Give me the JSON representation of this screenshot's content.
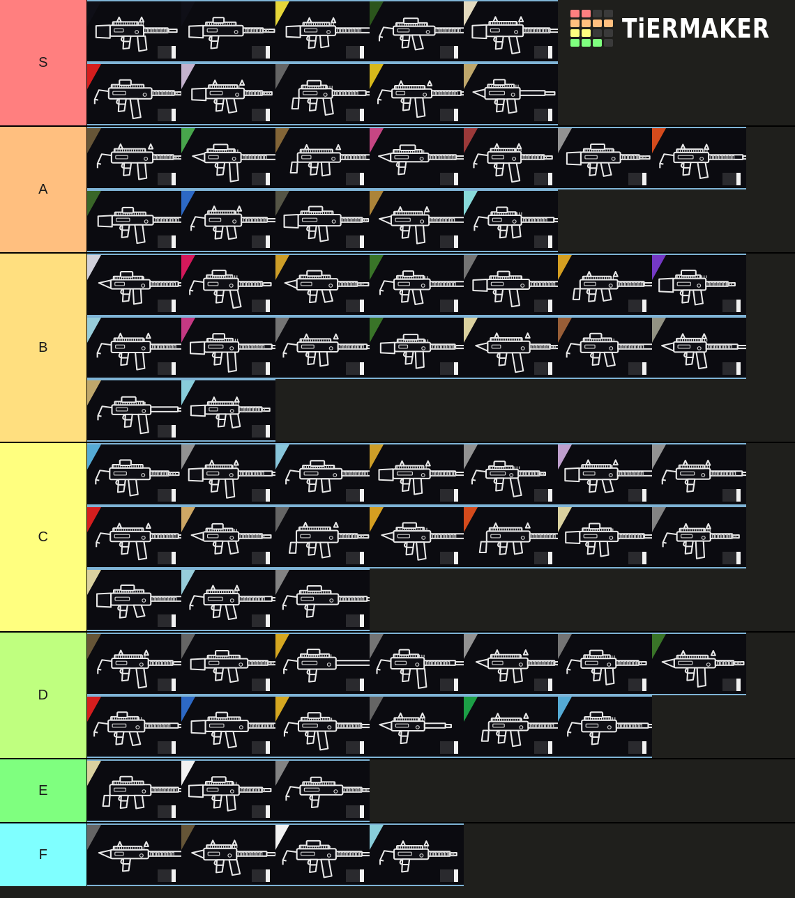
{
  "logo": {
    "name": "TiERMAKER",
    "grid_colors": [
      "#ff7f7f",
      "#ff7f7f",
      "#3a3a3a",
      "#3a3a3a",
      "#ffbf7f",
      "#ffbf7f",
      "#ffbf7f",
      "#ffbf7f",
      "#ffff7f",
      "#ffff7f",
      "#3a3a3a",
      "#3a3a3a",
      "#7fff7f",
      "#7fff7f",
      "#7fff7f",
      "#3a3a3a"
    ]
  },
  "board": {
    "background": "#1f1f1c",
    "cell_background": "#0b0b10",
    "cell_border": "#7fb4d6",
    "label_text_color": "#1a1a1a"
  },
  "tiers": [
    {
      "label": "S",
      "color": "#ff7f7f",
      "rows": [
        [
          {
            "name": "assault-rifle-long-barrel",
            "accent": "#101018",
            "kind": "rifle"
          },
          {
            "name": "pump-shotgun",
            "accent": "#101018",
            "kind": "shotgun"
          },
          {
            "name": "compact-smg-folding-stock",
            "accent": "#f2e23c",
            "kind": "smg"
          },
          {
            "name": "smg-wire-stock",
            "accent": "#2d5a1e",
            "kind": "smg"
          },
          {
            "name": "grenade-launcher",
            "accent": "#efe6c8",
            "kind": "launcher"
          }
        ],
        [
          {
            "name": "machine-pistol-red",
            "accent": "#e02020",
            "kind": "machine-pistol"
          },
          {
            "name": "suppressed-machine-pistol",
            "accent": "#cfbcd8",
            "kind": "machine-pistol"
          },
          {
            "name": "bullpup-smg",
            "accent": "#6a6a6a",
            "kind": "bullpup"
          },
          {
            "name": "vector-smg",
            "accent": "#e3c21c",
            "kind": "vector"
          },
          {
            "name": "micro-smg",
            "accent": "#c9b071",
            "kind": "micro"
          }
        ]
      ]
    },
    {
      "label": "A",
      "color": "#ffbf7f",
      "rows": [
        [
          {
            "name": "scoped-carbine",
            "accent": "#6b5a3a",
            "kind": "rifle"
          },
          {
            "name": "ak-pattern-rifle",
            "accent": "#4caf50",
            "kind": "ak"
          },
          {
            "name": "bullpup-rifle-g36",
            "accent": "#8a6a3a",
            "kind": "bullpup"
          },
          {
            "name": "tactical-shotgun",
            "accent": "#d14a8a",
            "kind": "shotgun"
          },
          {
            "name": "railed-smg",
            "accent": "#a33c3c",
            "kind": "smg"
          },
          {
            "name": "mp5-smg",
            "accent": "#9a9a9a",
            "kind": "mp5"
          },
          {
            "name": "drum-shotgun",
            "accent": "#e04f1e",
            "kind": "drum"
          }
        ],
        [
          {
            "name": "short-carbine",
            "accent": "#3c6b2a",
            "kind": "rifle"
          },
          {
            "name": "futuristic-rifle",
            "accent": "#2f6fd0",
            "kind": "futuristic"
          },
          {
            "name": "m4-carbine",
            "accent": "#5a5a4a",
            "kind": "m4"
          },
          {
            "name": "compact-pdw",
            "accent": "#b58b3c",
            "kind": "pdw"
          },
          {
            "name": "scar-rifle",
            "accent": "#8fe6e6",
            "kind": "scar"
          }
        ]
      ]
    },
    {
      "label": "B",
      "color": "#ffdf7f",
      "rows": [
        [
          {
            "name": "smg-with-stock",
            "accent": "#dcdce6",
            "kind": "smg"
          },
          {
            "name": "vented-barrel-rifle",
            "accent": "#e01a60",
            "kind": "rifle"
          },
          {
            "name": "wire-stock-carbine",
            "accent": "#d8a72a",
            "kind": "rifle"
          },
          {
            "name": "long-railed-rifle",
            "accent": "#3c7a2a",
            "kind": "long"
          },
          {
            "name": "optic-carbine",
            "accent": "#7a7a7a",
            "kind": "m4"
          },
          {
            "name": "bullpup-rifle-dark",
            "accent": "#e0a823",
            "kind": "bullpup"
          },
          {
            "name": "sig-carbine",
            "accent": "#7a3cd0",
            "kind": "rifle"
          }
        ],
        [
          {
            "name": "compact-assault-rifle",
            "accent": "#9fd8e6",
            "kind": "rifle"
          },
          {
            "name": "heavy-carbine",
            "accent": "#d03c8a",
            "kind": "heavy"
          },
          {
            "name": "slim-rifle",
            "accent": "#7a7a7a",
            "kind": "slim"
          },
          {
            "name": "ak-carbine",
            "accent": "#3c7a2a",
            "kind": "ak"
          },
          {
            "name": "railed-carbine",
            "accent": "#e6dca8",
            "kind": "m4"
          },
          {
            "name": "wood-stock-rifle",
            "accent": "#a0633a",
            "kind": "ak"
          },
          {
            "name": "skeleton-stock-smg",
            "accent": "#9a9a8a",
            "kind": "smg"
          }
        ],
        [
          {
            "name": "micro-smg-compact",
            "accent": "#c9b071",
            "kind": "micro"
          },
          {
            "name": "pdw-folding",
            "accent": "#8fd8e6",
            "kind": "pdw"
          }
        ]
      ]
    },
    {
      "label": "C",
      "color": "#ffff7f",
      "rows": [
        [
          {
            "name": "short-barrel-rifle",
            "accent": "#5ab4e0",
            "kind": "rifle"
          },
          {
            "name": "vented-carbine",
            "accent": "#9a9a9a",
            "kind": "m4"
          },
          {
            "name": "suppressed-smg",
            "accent": "#8fd0e6",
            "kind": "smg"
          },
          {
            "name": "pistol-caliber-carbine",
            "accent": "#d8a72a",
            "kind": "pcc"
          },
          {
            "name": "mac-style-smg",
            "accent": "#9a9a9a",
            "kind": "smg"
          },
          {
            "name": "machine-pistol-compact",
            "accent": "#c9a8d8",
            "kind": "machine-pistol"
          },
          {
            "name": "lever-shotgun",
            "accent": "#9a9a9a",
            "kind": "shotgun"
          }
        ],
        [
          {
            "name": "railed-rifle-angled-grip",
            "accent": "#e02020",
            "kind": "rifle"
          },
          {
            "name": "tactical-carbine",
            "accent": "#d8b06a",
            "kind": "m4"
          },
          {
            "name": "bullpup-aug",
            "accent": "#6a6a6a",
            "kind": "aug"
          },
          {
            "name": "compact-pistol-smg",
            "accent": "#e0a823",
            "kind": "pdw"
          },
          {
            "name": "bullpup-ak",
            "accent": "#e04f1e",
            "kind": "bullpup"
          },
          {
            "name": "heat-shield-carbine",
            "accent": "#e6dca8",
            "kind": "m4"
          },
          {
            "name": "mp5k-smg",
            "accent": "#8a8a8a",
            "kind": "mp5"
          }
        ],
        [
          {
            "name": "compact-smg-rail",
            "accent": "#e6dca8",
            "kind": "smg"
          },
          {
            "name": "long-rail-carbine",
            "accent": "#9fd8e6",
            "kind": "m4"
          },
          {
            "name": "break-action-shotgun",
            "accent": "#8a8a8a",
            "kind": "shotgun"
          }
        ]
      ]
    },
    {
      "label": "D",
      "color": "#bfff7f",
      "rows": [
        [
          {
            "name": "angled-mag-rifle",
            "accent": "#6b5a3a",
            "kind": "rifle"
          },
          {
            "name": "short-smg-optic",
            "accent": "#6a6a6a",
            "kind": "smg"
          },
          {
            "name": "machine-pistol-tiny",
            "accent": "#e0b023",
            "kind": "tiny"
          },
          {
            "name": "ar-pistol",
            "accent": "#7a7a7a",
            "kind": "m4"
          },
          {
            "name": "scoped-pdw",
            "accent": "#9a9a9a",
            "kind": "pdw"
          },
          {
            "name": "suppressed-carbine",
            "accent": "#7a7a7a",
            "kind": "rifle"
          },
          {
            "name": "compact-rifle-short",
            "accent": "#3c7a2a",
            "kind": "rifle"
          }
        ],
        [
          {
            "name": "uzi-smg",
            "accent": "#e02020",
            "kind": "uzi"
          },
          {
            "name": "ak-bullpup-conversion",
            "accent": "#2f6fd0",
            "kind": "ak"
          },
          {
            "name": "kriss-vector",
            "accent": "#e0b023",
            "kind": "vector"
          },
          {
            "name": "compact-pistol",
            "accent": "#6a6a6a",
            "kind": "tiny"
          },
          {
            "name": "p90-smg",
            "accent": "#1ea84a",
            "kind": "p90"
          },
          {
            "name": "tube-fed-shotgun",
            "accent": "#5ab4e0",
            "kind": "shotgun"
          }
        ]
      ]
    },
    {
      "label": "E",
      "color": "#7fff7f",
      "rows": [
        [
          {
            "name": "aug-bullpup",
            "accent": "#e6dca8",
            "kind": "aug"
          },
          {
            "name": "vented-smg",
            "accent": "#ffffff",
            "kind": "smg"
          },
          {
            "name": "sawed-off-shotgun",
            "accent": "#8a8a8a",
            "kind": "shotgun"
          }
        ]
      ]
    },
    {
      "label": "F",
      "color": "#7fffff",
      "rows": [
        [
          {
            "name": "combat-shotgun",
            "accent": "#6a6a6a",
            "kind": "shotgun"
          },
          {
            "name": "folding-stock-smg",
            "accent": "#6a5a3a",
            "kind": "smg"
          },
          {
            "name": "ak-heatshield",
            "accent": "#ffffff",
            "kind": "ak"
          },
          {
            "name": "pump-action-shotgun",
            "accent": "#8fd8e6",
            "kind": "shotgun"
          }
        ]
      ]
    }
  ]
}
